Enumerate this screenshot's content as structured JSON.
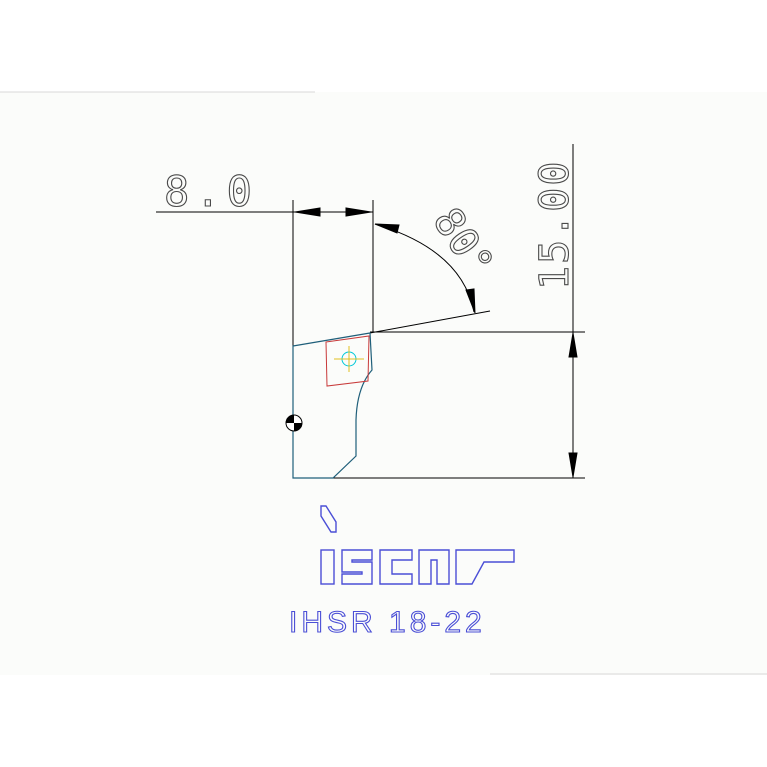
{
  "dimensions": {
    "width_label": "8.0",
    "angle_label": "80°",
    "height_label": "15.00"
  },
  "logo": {
    "brand": "iscar",
    "model": "IHSR 18-22"
  },
  "colors": {
    "background_panel": "#fbfcfa",
    "dimension_lines": "#000000",
    "dimension_text": "#4a4a4a",
    "tool_outline": "#1f5f7a",
    "insert_outline": "#c83a3a",
    "insert_hole": "#00c8d8",
    "logo_blue": "#4b4fd6"
  },
  "icons": {
    "reference_mark": "center-of-gravity-icon",
    "insert_hole": "crosshair-icon"
  }
}
